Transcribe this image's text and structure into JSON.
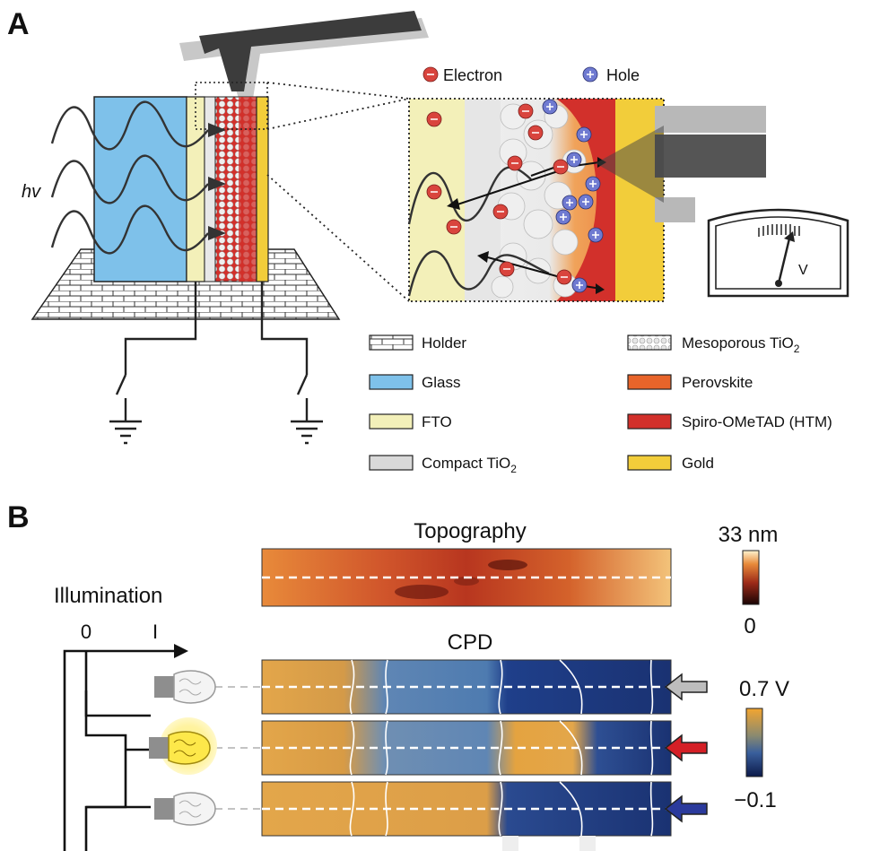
{
  "panel_a": {
    "label": "A",
    "hv": "hv",
    "electron_label": "Electron",
    "hole_label": "Hole",
    "meter_label": "V",
    "legend": [
      {
        "text": "Holder",
        "swatch": "holder"
      },
      {
        "text": "Glass",
        "swatch": "#7ec1ea"
      },
      {
        "text": "FTO",
        "swatch": "#f3f0b9"
      },
      {
        "text": "Compact TiO",
        "sub": "2",
        "swatch": "#d9d9d9"
      },
      {
        "text": "Mesoporous TiO",
        "sub": "2",
        "swatch": "meso"
      },
      {
        "text": "Perovskite",
        "swatch": "#e8642a"
      },
      {
        "text": "Spiro-OMeTAD (HTM)",
        "swatch": "#d2302b"
      },
      {
        "text": "Gold",
        "swatch": "#f2cd3a"
      }
    ]
  },
  "panel_b": {
    "label": "B",
    "topography_title": "Topography",
    "cpd_title": "CPD",
    "illumination_label": "Illumination",
    "axis_zero": "0",
    "axis_i": "I",
    "topo_scale": {
      "max": "33 nm",
      "min": "0"
    },
    "cpd_scale": {
      "max": "0.7 V",
      "min": "−0.1"
    },
    "arrow_colors": [
      "#bdbdbd",
      "#d41f26",
      "#2b3a9c"
    ]
  },
  "colors": {
    "glass": "#7ec1ea",
    "fto": "#f3f0b9",
    "compact": "#d9d9d9",
    "perovskite": "#e8642a",
    "htm": "#d2302b",
    "gold": "#f2cd3a",
    "electron": "#d9443d",
    "hole": "#6f7ad1"
  }
}
